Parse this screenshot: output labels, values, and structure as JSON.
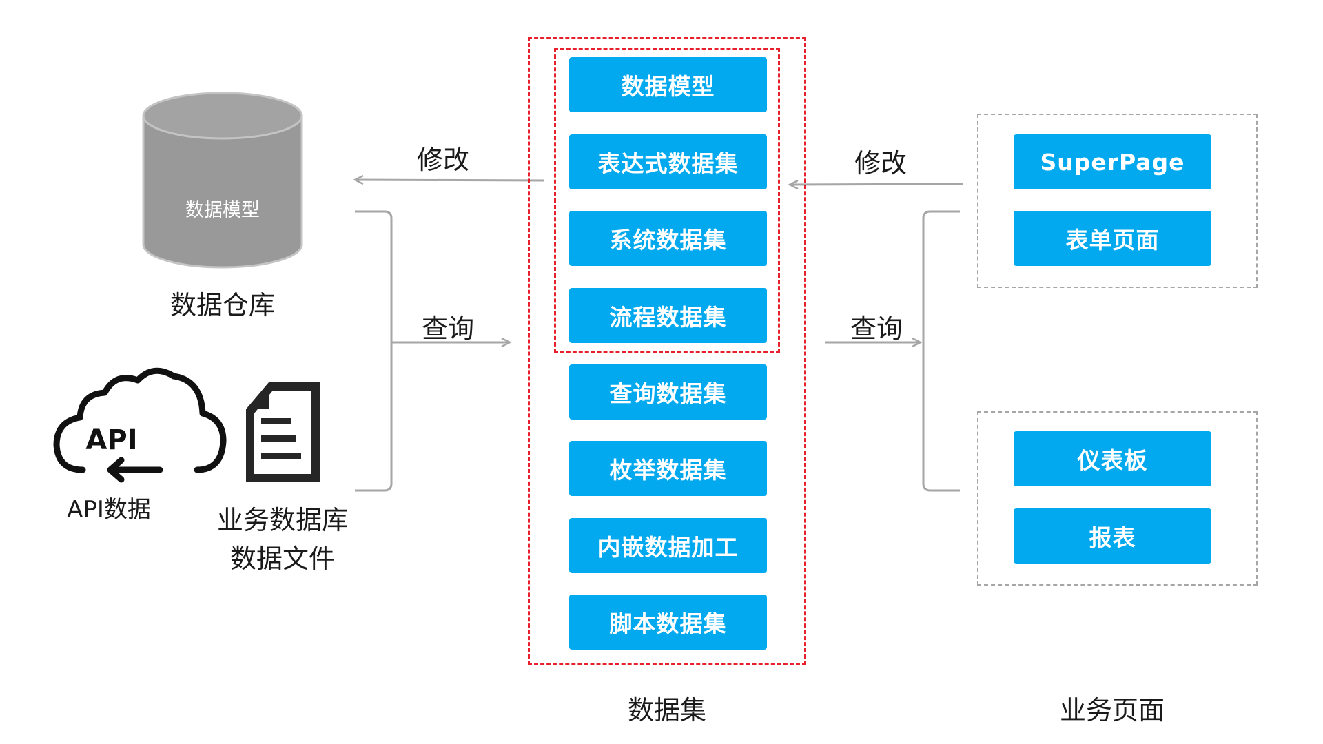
{
  "left": {
    "db_cylinder_label": "数据模型",
    "warehouse_caption": "数据仓库",
    "api_icon_text": "API",
    "api_caption": "API数据",
    "file_caption_line1": "业务数据库",
    "file_caption_line2": "数据文件"
  },
  "arrows": {
    "left_modify": "修改",
    "left_query": "查询",
    "right_modify": "修改",
    "right_query": "查询"
  },
  "datasets": {
    "items": [
      "数据模型",
      "表达式数据集",
      "系统数据集",
      "流程数据集",
      "查询数据集",
      "枚举数据集",
      "内嵌数据加工",
      "脚本数据集"
    ],
    "caption": "数据集"
  },
  "pages": {
    "group_top": [
      "SuperPage",
      "表单页面"
    ],
    "group_bottom": [
      "仪表板",
      "报表"
    ],
    "caption": "业务页面"
  },
  "colors": {
    "button_blue": "#03A9EE",
    "dash_red": "#E8202B",
    "dash_gray": "#A6A6A6",
    "connector_gray": "#A6A6A6",
    "cylinder_gray": "#999999"
  },
  "icons": {
    "db": "database-cylinder-icon",
    "cloud": "cloud-api-icon",
    "file": "document-icon"
  }
}
